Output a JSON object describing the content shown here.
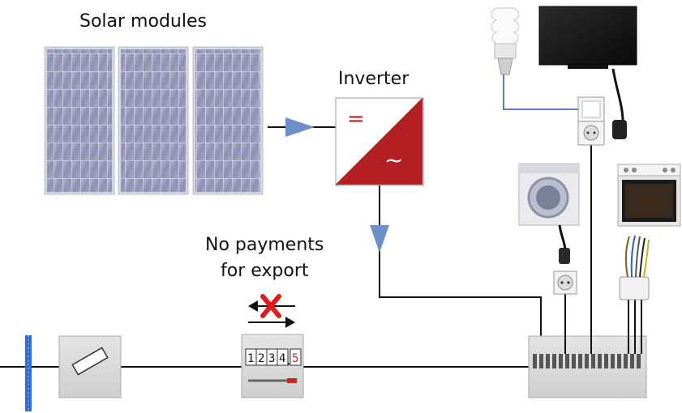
{
  "labels": {
    "solar_modules": "Solar modules",
    "inverter": "Inverter",
    "no_payments_line1": "No payments",
    "no_payments_line2": "for export"
  },
  "meter": {
    "digits": [
      "1",
      "2",
      "3",
      "4"
    ],
    "separator": ",",
    "decimal": "5"
  },
  "inverter_symbols": {
    "dc": "=",
    "ac": "~"
  },
  "colors": {
    "inverter_red": "#b41f24",
    "flow_arrow": "#6f8fc9",
    "export_blocked": "#e01b1b",
    "panel_cell": "#8f93b4",
    "wire": "#111111",
    "light_switch_wire": "#5a7fbf"
  }
}
